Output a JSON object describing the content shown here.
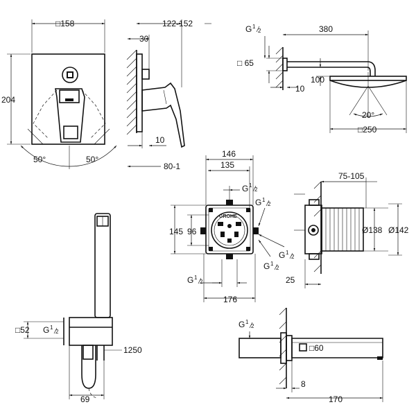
{
  "diagram": {
    "brand_logo": "GROHE",
    "mixer_front": {
      "width": "□158",
      "height": "204",
      "angle_left": "50°",
      "angle_right": "50°"
    },
    "mixer_side": {
      "depth": "122-152",
      "offset_30": "30",
      "offset_10": "10",
      "range_80": "80-1"
    },
    "shower_head": {
      "thread_g": "G",
      "thread_num": "1",
      "thread_den": "2",
      "plate": "□ 65",
      "arm_length": "380",
      "drop": "100",
      "gap": "10",
      "tilt": "20°",
      "head": "□250"
    },
    "body_front": {
      "w146": "146",
      "w135": "135",
      "thread1": "G",
      "thread1_num": "1",
      "thread1_den": "2",
      "thread2": "G",
      "thread2_num": "1",
      "thread2_den": "2",
      "h145": "145",
      "h96": "96",
      "thread3": "G",
      "thread3_num": "1",
      "thread3_den": "2",
      "thread4": "G",
      "thread4_num": "1",
      "thread4_den": "2",
      "thread5": "G",
      "thread5_num": "1",
      "thread5_den": "2",
      "w176": "176"
    },
    "body_side": {
      "range": "75-105",
      "d138": "Ø138",
      "d142": "Ø142",
      "depth25": "25"
    },
    "hand_shower": {
      "plate": "□52",
      "thread": "G",
      "thread_num": "1",
      "thread_den": "2",
      "hose": "1250",
      "width": "69"
    },
    "spout": {
      "thread": "G",
      "thread_num": "1",
      "thread_den": "2",
      "plate": "□60",
      "d8": "8",
      "length": "170"
    }
  }
}
